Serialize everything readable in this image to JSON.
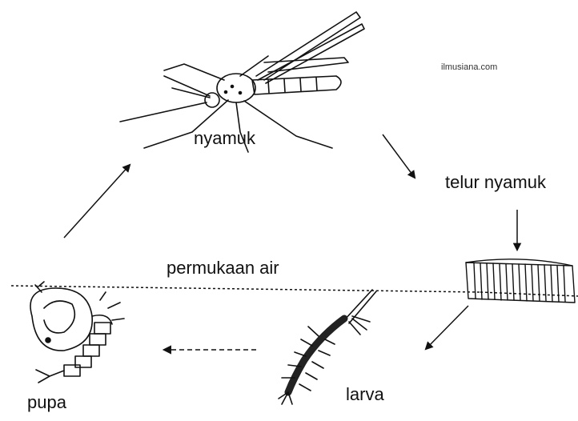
{
  "diagram": {
    "watermark": "ilmusiana.com",
    "stages": {
      "adult": "nyamuk",
      "eggs": "telur nyamuk",
      "larva": "larva",
      "pupa": "pupa"
    },
    "water_surface_label": "permukaan air"
  },
  "colors": {
    "ink": "#111111",
    "background": "#ffffff"
  }
}
